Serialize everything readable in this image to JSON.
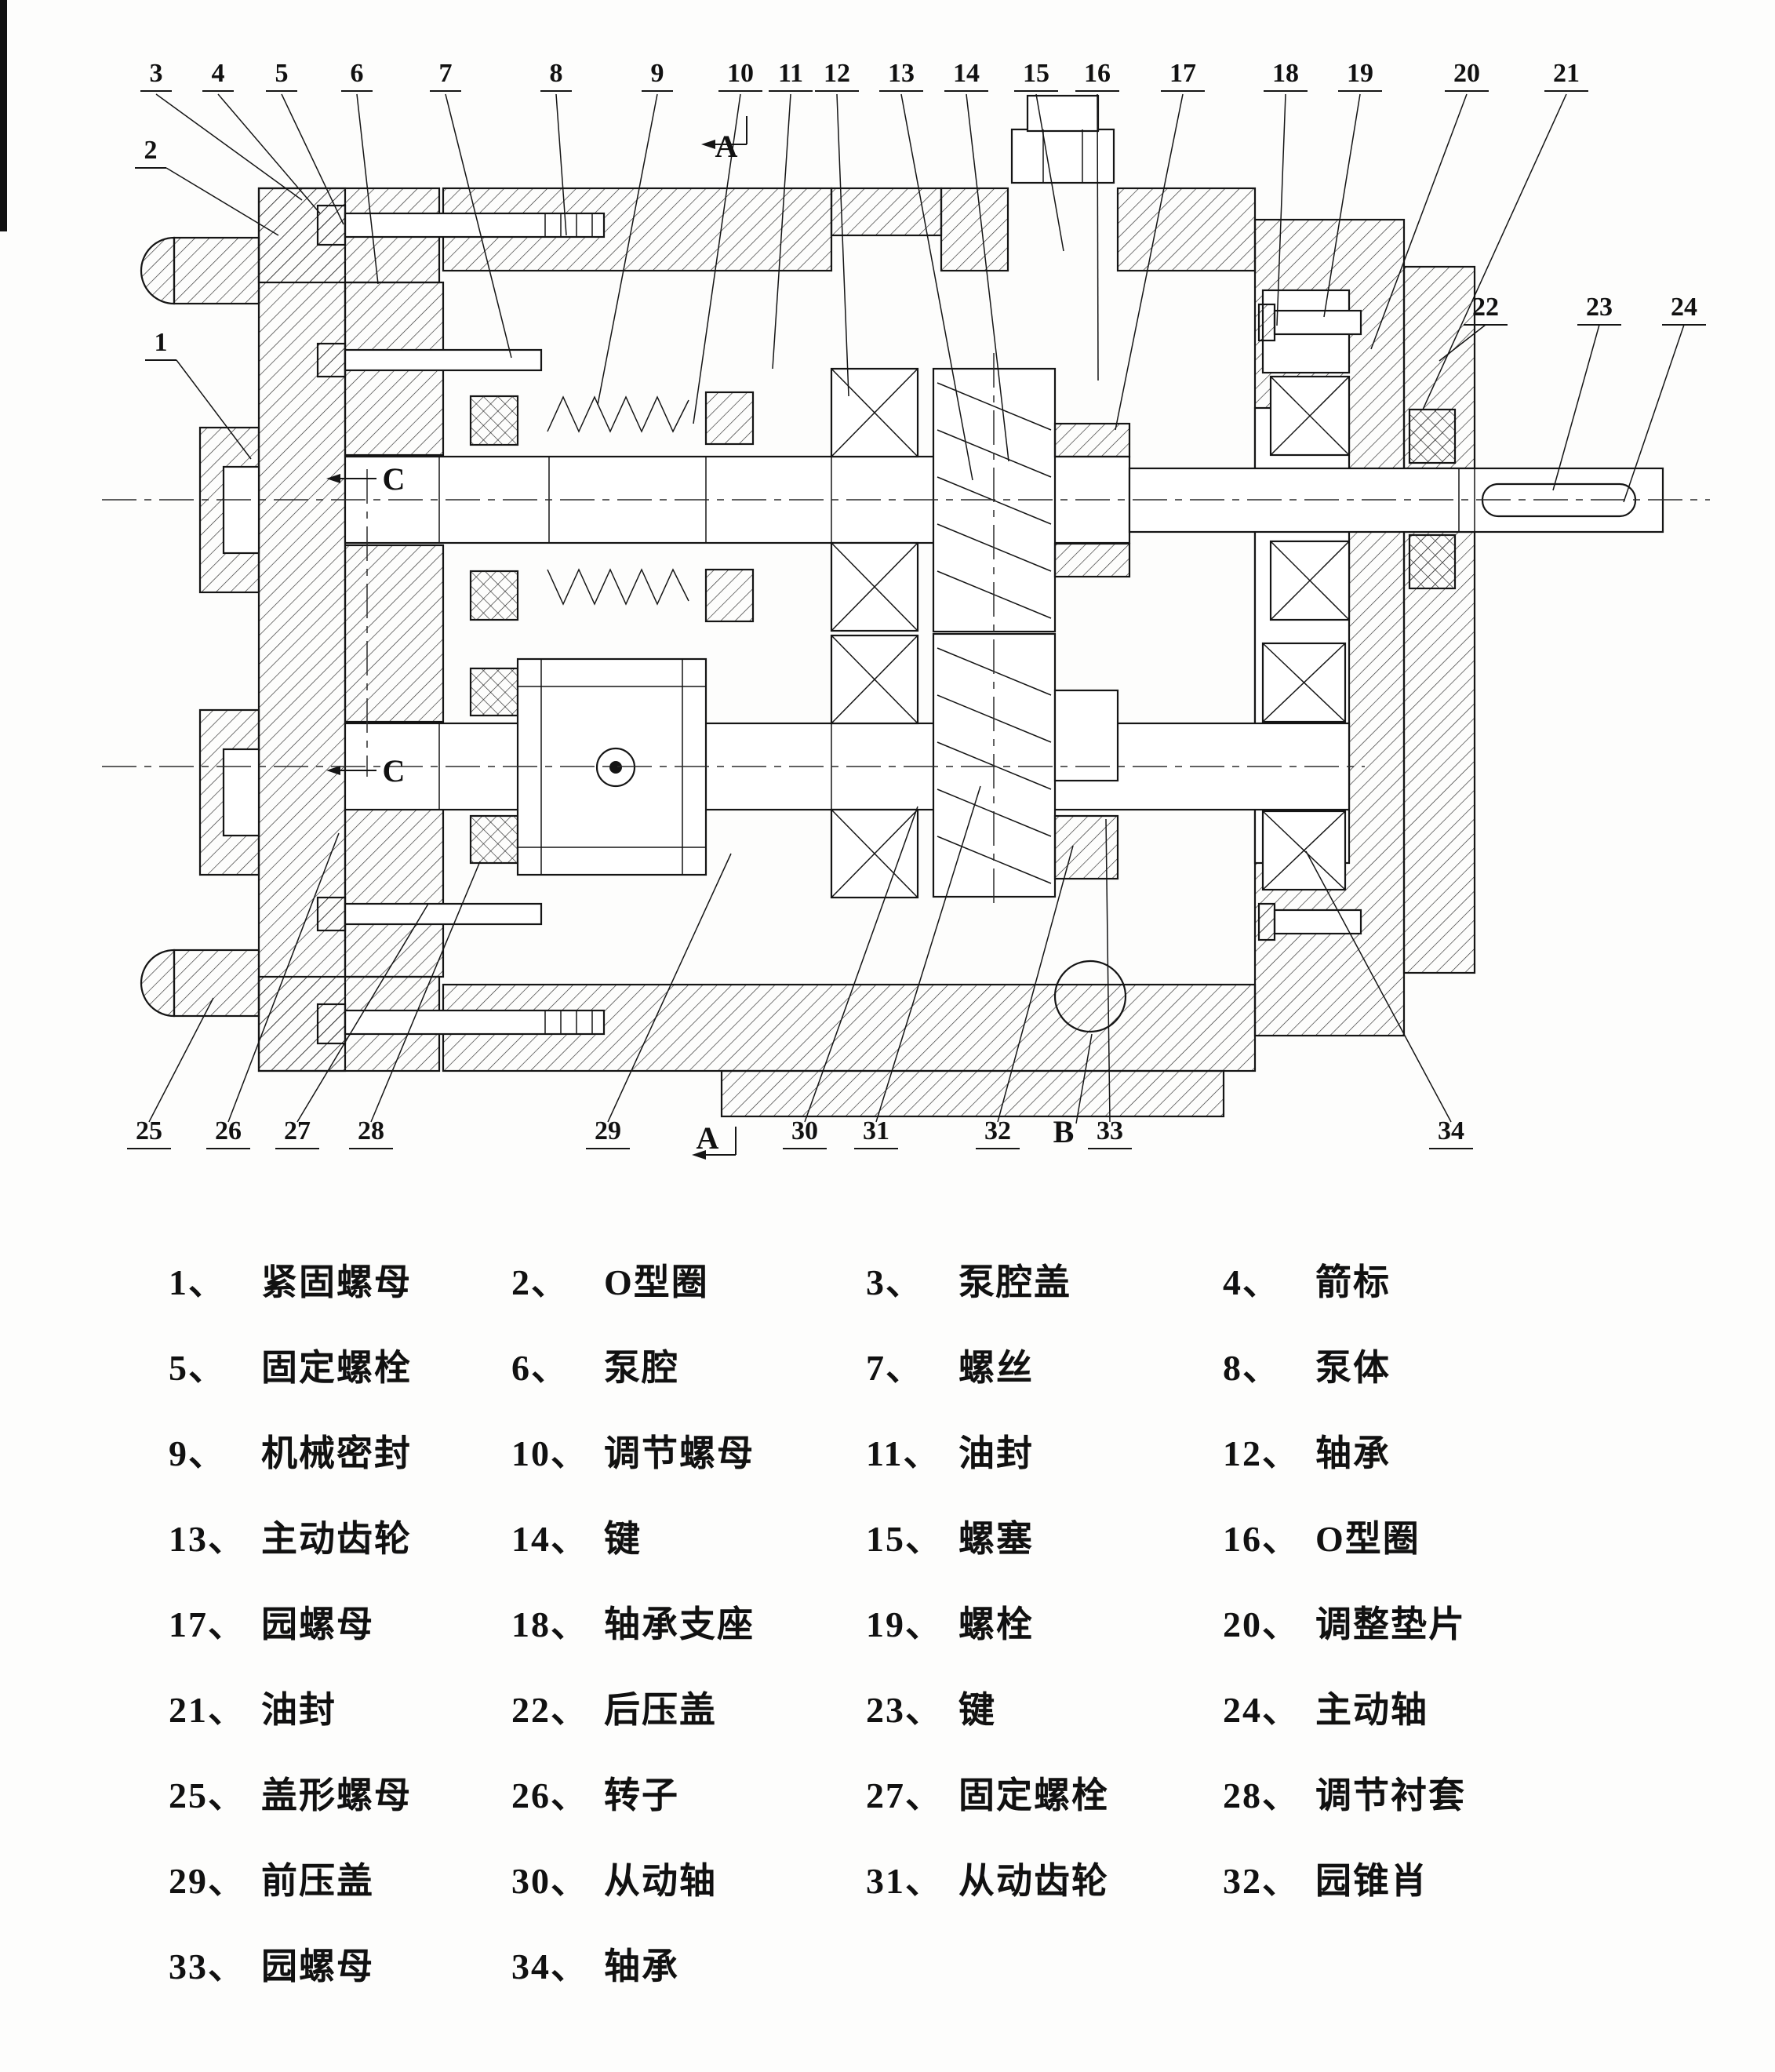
{
  "figure": {
    "callouts": {
      "top": [
        "3",
        "4",
        "5",
        "6",
        "7",
        "8",
        "9",
        "10",
        "11",
        "12",
        "13",
        "14",
        "15",
        "16",
        "17",
        "18",
        "19",
        "20",
        "21"
      ],
      "left": [
        "2",
        "1"
      ],
      "right": [
        "22",
        "23",
        "24"
      ],
      "bottom": [
        "25",
        "26",
        "27",
        "28",
        "29",
        "30",
        "31",
        "32",
        "33",
        "34"
      ]
    },
    "sections": {
      "a_top": "A",
      "a_bottom": "A",
      "b": "B",
      "c_upper": "C",
      "c_lower": "C"
    }
  },
  "legend": {
    "items": [
      {
        "num": "1、",
        "name": "紧固螺母"
      },
      {
        "num": "2、",
        "name": "O型圈"
      },
      {
        "num": "3、",
        "name": "泵腔盖"
      },
      {
        "num": "4、",
        "name": "箭标"
      },
      {
        "num": "5、",
        "name": "固定螺栓"
      },
      {
        "num": "6、",
        "name": "泵腔"
      },
      {
        "num": "7、",
        "name": "螺丝"
      },
      {
        "num": "8、",
        "name": "泵体"
      },
      {
        "num": "9、",
        "name": "机械密封"
      },
      {
        "num": "10、",
        "name": "调节螺母"
      },
      {
        "num": "11、",
        "name": "油封"
      },
      {
        "num": "12、",
        "name": "轴承"
      },
      {
        "num": "13、",
        "name": "主动齿轮"
      },
      {
        "num": "14、",
        "name": "键"
      },
      {
        "num": "15、",
        "name": "螺塞"
      },
      {
        "num": "16、",
        "name": "O型圈"
      },
      {
        "num": "17、",
        "name": "园螺母"
      },
      {
        "num": "18、",
        "name": "轴承支座"
      },
      {
        "num": "19、",
        "name": "螺栓"
      },
      {
        "num": "20、",
        "name": "调整垫片"
      },
      {
        "num": "21、",
        "name": "油封"
      },
      {
        "num": "22、",
        "name": "后压盖"
      },
      {
        "num": "23、",
        "name": "键"
      },
      {
        "num": "24、",
        "name": "主动轴"
      },
      {
        "num": "25、",
        "name": "盖形螺母"
      },
      {
        "num": "26、",
        "name": "转子"
      },
      {
        "num": "27、",
        "name": "固定螺栓"
      },
      {
        "num": "28、",
        "name": "调节衬套"
      },
      {
        "num": "29、",
        "name": "前压盖"
      },
      {
        "num": "30、",
        "name": "从动轴"
      },
      {
        "num": "31、",
        "name": "从动齿轮"
      },
      {
        "num": "32、",
        "name": "园锥肖"
      },
      {
        "num": "33、",
        "name": "园螺母"
      },
      {
        "num": "34、",
        "name": "轴承"
      }
    ]
  }
}
